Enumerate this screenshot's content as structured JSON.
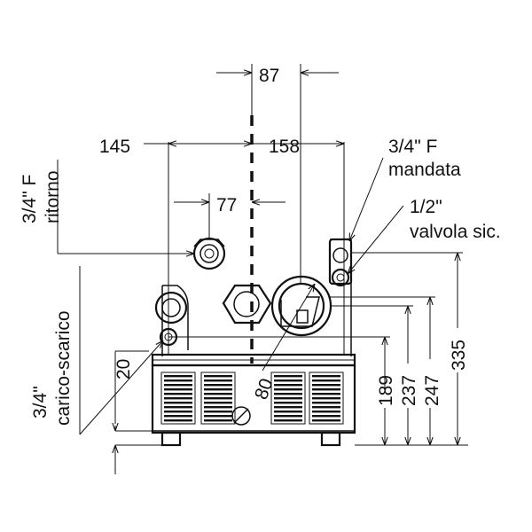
{
  "dimensions": {
    "d87": "87",
    "d145": "145",
    "d158": "158",
    "d77": "77",
    "d80": "80",
    "d20": "20",
    "d189": "189",
    "d237": "237",
    "d247": "247",
    "d335": "335"
  },
  "labels": {
    "ritorno_size": "3/4\" F",
    "ritorno_name": "ritorno",
    "mandata_size": "3/4\" F",
    "mandata_name": "mandata",
    "valvola_size": "1/2\"",
    "valvola_name": "valvola sic.",
    "carico_size": "3/4\"",
    "carico_name": "carico-scarico"
  }
}
